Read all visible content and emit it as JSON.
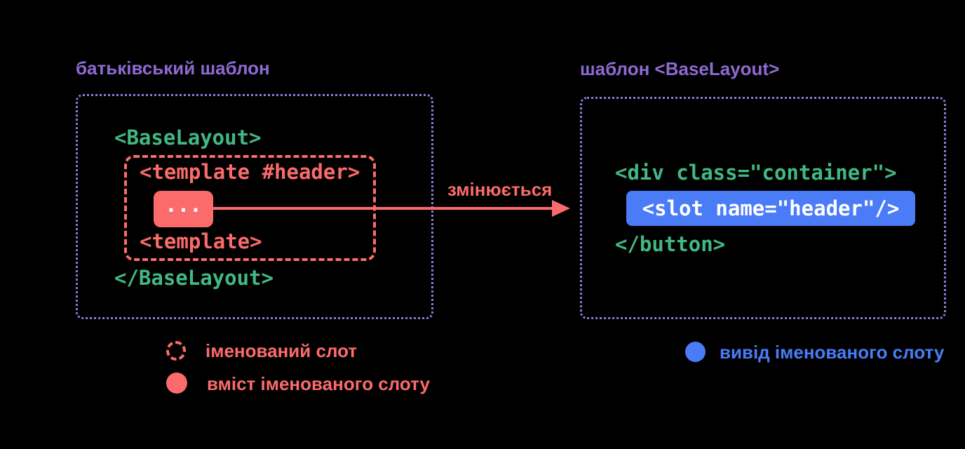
{
  "colors": {
    "background": "#000000",
    "purple_text": "#8d6bd3",
    "purple_border": "#9377d8",
    "green": "#42b883",
    "red": "#fb6b6b",
    "blue": "#4a7cf8",
    "white": "#ffffff"
  },
  "left_panel": {
    "title": "батьківський шаблон",
    "baselayout_open": "<BaseLayout>",
    "template_open": "<template #header>",
    "slot_content": "...",
    "template_close": "<template>",
    "baselayout_close": "</BaseLayout>"
  },
  "arrow": {
    "label": "змінюється"
  },
  "right_panel": {
    "title": "шаблон <BaseLayout>",
    "div_open": "<div class=\"container\">",
    "slot_tag": "<slot name=\"header\"/>",
    "button_close": "</button>"
  },
  "legend": {
    "named_slot": "іменований слот",
    "named_slot_content": "вміст іменованого слоту",
    "named_slot_output": "вивід іменованого слоту"
  }
}
